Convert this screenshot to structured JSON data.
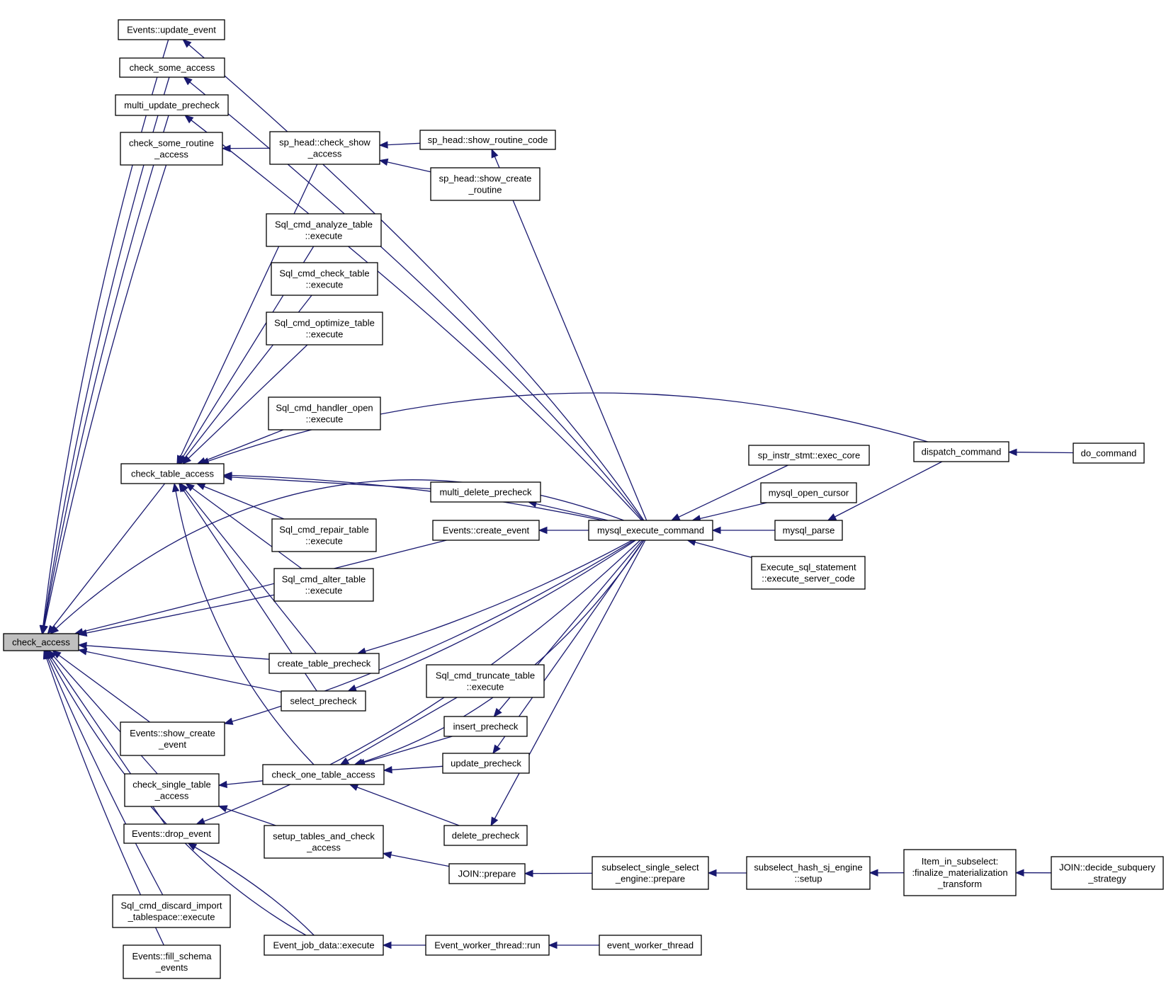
{
  "graph": {
    "nodes": [
      {
        "id": "check_access",
        "lines": [
          "check_access"
        ],
        "root": true
      },
      {
        "id": "events_update_event",
        "lines": [
          "Events::update_event"
        ]
      },
      {
        "id": "check_some_access",
        "lines": [
          "check_some_access"
        ]
      },
      {
        "id": "multi_update_precheck",
        "lines": [
          "multi_update_precheck"
        ]
      },
      {
        "id": "check_some_routine_access",
        "lines": [
          "check_some_routine",
          "_access"
        ]
      },
      {
        "id": "check_table_access",
        "lines": [
          "check_table_access"
        ]
      },
      {
        "id": "events_show_create_event",
        "lines": [
          "Events::show_create",
          "_event"
        ]
      },
      {
        "id": "check_single_table_access",
        "lines": [
          "check_single_table",
          "_access"
        ]
      },
      {
        "id": "events_drop_event",
        "lines": [
          "Events::drop_event"
        ]
      },
      {
        "id": "sql_cmd_discard_import",
        "lines": [
          "Sql_cmd_discard_import",
          "_tablespace::execute"
        ]
      },
      {
        "id": "events_fill_schema_events",
        "lines": [
          "Events::fill_schema",
          "_events"
        ]
      },
      {
        "id": "sp_head_check_show_access",
        "lines": [
          "sp_head::check_show",
          "_access"
        ]
      },
      {
        "id": "sql_cmd_analyze_table",
        "lines": [
          "Sql_cmd_analyze_table",
          "::execute"
        ]
      },
      {
        "id": "sql_cmd_check_table",
        "lines": [
          "Sql_cmd_check_table",
          "::execute"
        ]
      },
      {
        "id": "sql_cmd_optimize_table",
        "lines": [
          "Sql_cmd_optimize_table",
          "::execute"
        ]
      },
      {
        "id": "sql_cmd_handler_open",
        "lines": [
          "Sql_cmd_handler_open",
          "::execute"
        ]
      },
      {
        "id": "sql_cmd_repair_table",
        "lines": [
          "Sql_cmd_repair_table",
          "::execute"
        ]
      },
      {
        "id": "sql_cmd_alter_table",
        "lines": [
          "Sql_cmd_alter_table",
          "::execute"
        ]
      },
      {
        "id": "create_table_precheck",
        "lines": [
          "create_table_precheck"
        ]
      },
      {
        "id": "select_precheck",
        "lines": [
          "select_precheck"
        ]
      },
      {
        "id": "check_one_table_access",
        "lines": [
          "check_one_table_access"
        ]
      },
      {
        "id": "setup_tables_and_check_access",
        "lines": [
          "setup_tables_and_check",
          "_access"
        ]
      },
      {
        "id": "event_job_data_execute",
        "lines": [
          "Event_job_data::execute"
        ]
      },
      {
        "id": "sp_head_show_routine_code",
        "lines": [
          "sp_head::show_routine_code"
        ]
      },
      {
        "id": "sp_head_show_create_routine",
        "lines": [
          "sp_head::show_create",
          "_routine"
        ]
      },
      {
        "id": "multi_delete_precheck",
        "lines": [
          "multi_delete_precheck"
        ]
      },
      {
        "id": "events_create_event",
        "lines": [
          "Events::create_event"
        ]
      },
      {
        "id": "sql_cmd_truncate_table",
        "lines": [
          "Sql_cmd_truncate_table",
          "::execute"
        ]
      },
      {
        "id": "insert_precheck",
        "lines": [
          "insert_precheck"
        ]
      },
      {
        "id": "update_precheck",
        "lines": [
          "update_precheck"
        ]
      },
      {
        "id": "delete_precheck",
        "lines": [
          "delete_precheck"
        ]
      },
      {
        "id": "join_prepare",
        "lines": [
          "JOIN::prepare"
        ]
      },
      {
        "id": "event_worker_thread_run",
        "lines": [
          "Event_worker_thread::run"
        ]
      },
      {
        "id": "mysql_execute_command",
        "lines": [
          "mysql_execute_command"
        ]
      },
      {
        "id": "subselect_single_select_engine_prepare",
        "lines": [
          "subselect_single_select",
          "_engine::prepare"
        ]
      },
      {
        "id": "event_worker_thread",
        "lines": [
          "event_worker_thread"
        ]
      },
      {
        "id": "sp_instr_stmt_exec_core",
        "lines": [
          "sp_instr_stmt::exec_core"
        ]
      },
      {
        "id": "mysql_open_cursor",
        "lines": [
          "mysql_open_cursor"
        ]
      },
      {
        "id": "mysql_parse",
        "lines": [
          "mysql_parse"
        ]
      },
      {
        "id": "execute_sql_statement",
        "lines": [
          "Execute_sql_statement",
          "::execute_server_code"
        ]
      },
      {
        "id": "subselect_hash_sj_engine_setup",
        "lines": [
          "subselect_hash_sj_engine",
          "::setup"
        ]
      },
      {
        "id": "dispatch_command",
        "lines": [
          "dispatch_command"
        ]
      },
      {
        "id": "item_in_subselect_finalize",
        "lines": [
          "Item_in_subselect:",
          ":finalize_materialization",
          "_transform"
        ]
      },
      {
        "id": "do_command",
        "lines": [
          "do_command"
        ]
      },
      {
        "id": "join_decide_subquery_strategy",
        "lines": [
          "JOIN::decide_subquery",
          "_strategy"
        ]
      }
    ],
    "edges": [
      [
        "check_access",
        "events_update_event"
      ],
      [
        "check_access",
        "check_some_access"
      ],
      [
        "check_access",
        "multi_update_precheck"
      ],
      [
        "check_access",
        "check_some_routine_access"
      ],
      [
        "check_access",
        "mysql_execute_command"
      ],
      [
        "check_access",
        "check_table_access"
      ],
      [
        "check_access",
        "sql_cmd_alter_table"
      ],
      [
        "check_access",
        "events_create_event"
      ],
      [
        "check_access",
        "create_table_precheck"
      ],
      [
        "check_access",
        "select_precheck"
      ],
      [
        "check_access",
        "events_show_create_event"
      ],
      [
        "check_access",
        "check_single_table_access"
      ],
      [
        "check_access",
        "events_drop_event"
      ],
      [
        "check_access",
        "event_job_data_execute"
      ],
      [
        "check_access",
        "sql_cmd_discard_import"
      ],
      [
        "check_access",
        "events_fill_schema_events"
      ],
      [
        "events_update_event",
        "mysql_execute_command"
      ],
      [
        "check_some_access",
        "mysql_execute_command"
      ],
      [
        "multi_update_precheck",
        "mysql_execute_command"
      ],
      [
        "check_some_routine_access",
        "sp_head_check_show_access"
      ],
      [
        "sp_head_check_show_access",
        "sp_head_show_routine_code"
      ],
      [
        "sp_head_check_show_access",
        "sp_head_show_create_routine"
      ],
      [
        "sp_head_show_routine_code",
        "mysql_execute_command"
      ],
      [
        "check_table_access",
        "sp_head_check_show_access"
      ],
      [
        "check_table_access",
        "sql_cmd_analyze_table"
      ],
      [
        "check_table_access",
        "sql_cmd_check_table"
      ],
      [
        "check_table_access",
        "sql_cmd_optimize_table"
      ],
      [
        "check_table_access",
        "dispatch_command"
      ],
      [
        "check_table_access",
        "sql_cmd_handler_open"
      ],
      [
        "check_table_access",
        "mysql_execute_command"
      ],
      [
        "check_table_access",
        "multi_delete_precheck"
      ],
      [
        "check_table_access",
        "sql_cmd_repair_table"
      ],
      [
        "check_table_access",
        "sql_cmd_alter_table"
      ],
      [
        "check_table_access",
        "create_table_precheck"
      ],
      [
        "check_table_access",
        "select_precheck"
      ],
      [
        "check_table_access",
        "check_one_table_access"
      ],
      [
        "multi_delete_precheck",
        "mysql_execute_command"
      ],
      [
        "events_create_event",
        "mysql_execute_command"
      ],
      [
        "create_table_precheck",
        "mysql_execute_command"
      ],
      [
        "select_precheck",
        "mysql_execute_command"
      ],
      [
        "events_show_create_event",
        "mysql_execute_command"
      ],
      [
        "check_single_table_access",
        "check_one_table_access"
      ],
      [
        "check_single_table_access",
        "setup_tables_and_check_access"
      ],
      [
        "check_one_table_access",
        "sql_cmd_truncate_table"
      ],
      [
        "check_one_table_access",
        "insert_precheck"
      ],
      [
        "check_one_table_access",
        "update_precheck"
      ],
      [
        "check_one_table_access",
        "mysql_execute_command"
      ],
      [
        "check_one_table_access",
        "delete_precheck"
      ],
      [
        "insert_precheck",
        "mysql_execute_command"
      ],
      [
        "update_precheck",
        "mysql_execute_command"
      ],
      [
        "delete_precheck",
        "mysql_execute_command"
      ],
      [
        "events_drop_event",
        "mysql_execute_command"
      ],
      [
        "events_drop_event",
        "event_job_data_execute"
      ],
      [
        "setup_tables_and_check_access",
        "join_prepare"
      ],
      [
        "join_prepare",
        "subselect_single_select_engine_prepare"
      ],
      [
        "subselect_single_select_engine_prepare",
        "subselect_hash_sj_engine_setup"
      ],
      [
        "subselect_hash_sj_engine_setup",
        "item_in_subselect_finalize"
      ],
      [
        "item_in_subselect_finalize",
        "join_decide_subquery_strategy"
      ],
      [
        "event_job_data_execute",
        "event_worker_thread_run"
      ],
      [
        "event_worker_thread_run",
        "event_worker_thread"
      ],
      [
        "mysql_execute_command",
        "sp_instr_stmt_exec_core"
      ],
      [
        "mysql_execute_command",
        "mysql_open_cursor"
      ],
      [
        "mysql_execute_command",
        "mysql_parse"
      ],
      [
        "mysql_execute_command",
        "execute_sql_statement"
      ],
      [
        "mysql_parse",
        "dispatch_command"
      ],
      [
        "dispatch_command",
        "do_command"
      ]
    ]
  }
}
